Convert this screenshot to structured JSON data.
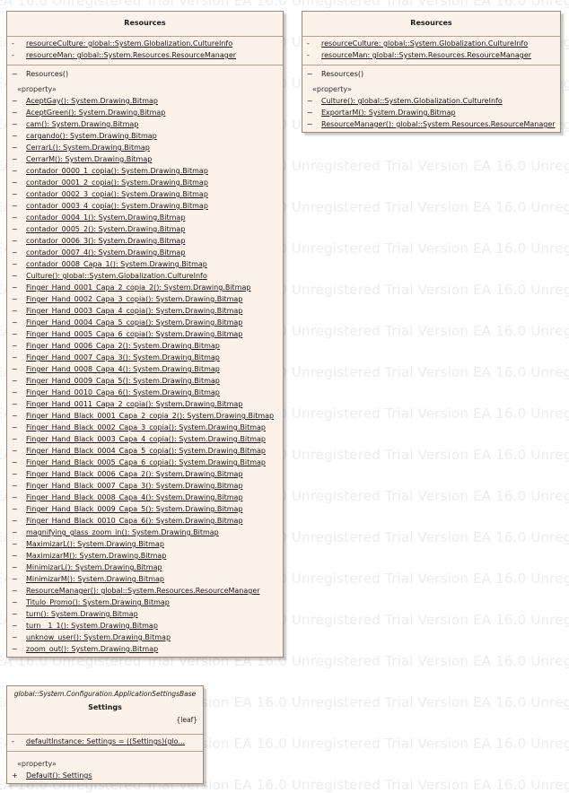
{
  "watermark_text": "EA 16.0 Unregistered Trial Version   EA 16.0 Unregistered Trial Version   EA 16.0 Unregistered Trial Version",
  "classes": [
    {
      "id": "resources-main",
      "name": "Resources",
      "attributes": [
        {
          "vis": "-",
          "text": "resourceCulture: global::System.Globalization.CultureInfo"
        },
        {
          "vis": "-",
          "text": "resourceMan: global::System.Resources.ResourceManager"
        }
      ],
      "constructor": {
        "vis": "~",
        "text": "Resources()"
      },
      "stereotype": "«property»",
      "properties": [
        {
          "vis": "~",
          "text": "AceptGay(): System.Drawing.Bitmap"
        },
        {
          "vis": "~",
          "text": "AceptGreen(): System.Drawing.Bitmap"
        },
        {
          "vis": "~",
          "text": "cam(): System.Drawing.Bitmap"
        },
        {
          "vis": "~",
          "text": "cargando(): System.Drawing.Bitmap"
        },
        {
          "vis": "~",
          "text": "CerrarL(): System.Drawing.Bitmap"
        },
        {
          "vis": "~",
          "text": "CerrarM(): System.Drawing.Bitmap"
        },
        {
          "vis": "~",
          "text": "contador_0000_1_copia(): System.Drawing.Bitmap"
        },
        {
          "vis": "~",
          "text": "contador_0001_2_copia(): System.Drawing.Bitmap"
        },
        {
          "vis": "~",
          "text": "contador_0002_3_copia(): System.Drawing.Bitmap"
        },
        {
          "vis": "~",
          "text": "contador_0003_4_copia(): System.Drawing.Bitmap"
        },
        {
          "vis": "~",
          "text": "contador_0004_1(): System.Drawing.Bitmap"
        },
        {
          "vis": "~",
          "text": "contador_0005_2(): System.Drawing.Bitmap"
        },
        {
          "vis": "~",
          "text": "contador_0006_3(): System.Drawing.Bitmap"
        },
        {
          "vis": "~",
          "text": "contador_0007_4(): System.Drawing.Bitmap"
        },
        {
          "vis": "~",
          "text": "contador_0008_Capa_1(): System.Drawing.Bitmap"
        },
        {
          "vis": "~",
          "text": "Culture(): global::System.Globalization.CultureInfo"
        },
        {
          "vis": "~",
          "text": "Finger_Hand_0001_Capa_2_copia_2(): System.Drawing.Bitmap"
        },
        {
          "vis": "~",
          "text": "Finger_Hand_0002_Capa_3_copia(): System.Drawing.Bitmap"
        },
        {
          "vis": "~",
          "text": "Finger_Hand_0003_Capa_4_copia(): System.Drawing.Bitmap"
        },
        {
          "vis": "~",
          "text": "Finger_Hand_0004_Capa_5_copia(): System.Drawing.Bitmap"
        },
        {
          "vis": "~",
          "text": "Finger_Hand_0005_Capa_6_copia(): System.Drawing.Bitmap"
        },
        {
          "vis": "~",
          "text": "Finger_Hand_0006_Capa_2(): System.Drawing.Bitmap"
        },
        {
          "vis": "~",
          "text": "Finger_Hand_0007_Capa_3(): System.Drawing.Bitmap"
        },
        {
          "vis": "~",
          "text": "Finger_Hand_0008_Capa_4(): System.Drawing.Bitmap"
        },
        {
          "vis": "~",
          "text": "Finger_Hand_0009_Capa_5(): System.Drawing.Bitmap"
        },
        {
          "vis": "~",
          "text": "Finger_Hand_0010_Capa_6(): System.Drawing.Bitmap"
        },
        {
          "vis": "~",
          "text": "Finger_Hand_0011_Capa_2_copia(): System.Drawing.Bitmap"
        },
        {
          "vis": "~",
          "text": "Finger_Hand_Black_0001_Capa_2_copia_2(): System.Drawing.Bitmap"
        },
        {
          "vis": "~",
          "text": "Finger_Hand_Black_0002_Capa_3_copia(): System.Drawing.Bitmap"
        },
        {
          "vis": "~",
          "text": "Finger_Hand_Black_0003_Capa_4_copia(): System.Drawing.Bitmap"
        },
        {
          "vis": "~",
          "text": "Finger_Hand_Black_0004_Capa_5_copia(): System.Drawing.Bitmap"
        },
        {
          "vis": "~",
          "text": "Finger_Hand_Black_0005_Capa_6_copia(): System.Drawing.Bitmap"
        },
        {
          "vis": "~",
          "text": "Finger_Hand_Black_0006_Capa_2(): System.Drawing.Bitmap"
        },
        {
          "vis": "~",
          "text": "Finger_Hand_Black_0007_Capa_3(): System.Drawing.Bitmap"
        },
        {
          "vis": "~",
          "text": "Finger_Hand_Black_0008_Capa_4(): System.Drawing.Bitmap"
        },
        {
          "vis": "~",
          "text": "Finger_Hand_Black_0009_Capa_5(): System.Drawing.Bitmap"
        },
        {
          "vis": "~",
          "text": "Finger_Hand_Black_0010_Capa_6(): System.Drawing.Bitmap"
        },
        {
          "vis": "~",
          "text": "magnifying_glass_zoom_in(): System.Drawing.Bitmap"
        },
        {
          "vis": "~",
          "text": "MaximizarL(): System.Drawing.Bitmap"
        },
        {
          "vis": "~",
          "text": "MaximizarM(): System.Drawing.Bitmap"
        },
        {
          "vis": "~",
          "text": "MinimizarL(): System.Drawing.Bitmap"
        },
        {
          "vis": "~",
          "text": "MinimizarM(): System.Drawing.Bitmap"
        },
        {
          "vis": "~",
          "text": "ResourceManager(): global::System.Resources.ResourceManager"
        },
        {
          "vis": "~",
          "text": "Titulo_Promo(): System.Drawing.Bitmap"
        },
        {
          "vis": "~",
          "text": "turn(): System.Drawing.Bitmap"
        },
        {
          "vis": "~",
          "text": "turn__1_1(): System.Drawing.Bitmap"
        },
        {
          "vis": "~",
          "text": "unknow_user(): System.Drawing.Bitmap"
        },
        {
          "vis": "~",
          "text": "zoom_out(): System.Drawing.Bitmap"
        }
      ]
    },
    {
      "id": "resources-small",
      "name": "Resources",
      "attributes": [
        {
          "vis": "-",
          "text": "resourceCulture: global::System.Globalization.CultureInfo"
        },
        {
          "vis": "-",
          "text": "resourceMan: global::System.Resources.ResourceManager"
        }
      ],
      "constructor": {
        "vis": "~",
        "text": "Resources()"
      },
      "stereotype": "«property»",
      "properties": [
        {
          "vis": "~",
          "text": "Culture(): global::System.Globalization.CultureInfo"
        },
        {
          "vis": "~",
          "text": "ExportarM(): System.Drawing.Bitmap"
        },
        {
          "vis": "~",
          "text": "ResourceManager(): global::System.Resources.ResourceManager"
        }
      ]
    },
    {
      "id": "settings",
      "namespace": "global::System.Configuration.ApplicationSettingsBase",
      "name": "Settings",
      "leaf": "{leaf}",
      "attributes": [
        {
          "vis": "-",
          "text": "defaultInstance: Settings = ((Settings)(glo..."
        }
      ],
      "stereotype": "«property»",
      "properties": [
        {
          "vis": "+",
          "text": "Default(): Settings"
        }
      ]
    }
  ]
}
